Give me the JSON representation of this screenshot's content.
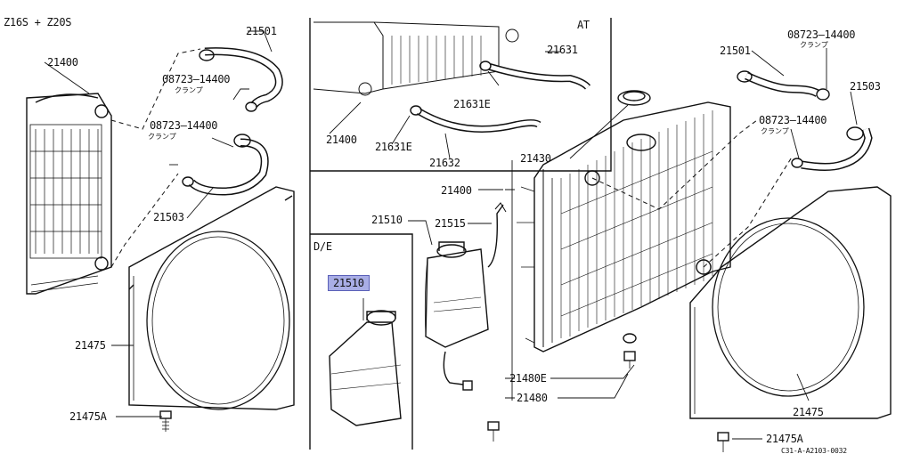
{
  "diagram": {
    "title": "Z16S + Z20S",
    "ref_code": "C31-A-A2103-0032",
    "highlight_color": "#a9aee6",
    "insets": {
      "at": "AT",
      "diesel": "D/E"
    },
    "parts": {
      "p21501_left": "21501",
      "p21501_right": "21501",
      "p21400_left": "21400",
      "p21400_inset": "21400",
      "p21400_right": "21400",
      "p08723_a": "08723—14400",
      "p08723_a_sub": "クランプ",
      "p08723_b": "08723—14400",
      "p08723_b_sub": "クランプ",
      "p08723_c": "08723—14400",
      "p08723_c_sub": "クランプ",
      "p08723_d": "08723—14400",
      "p08723_d_sub": "クランプ",
      "p21503_left": "21503",
      "p21503_right": "21503",
      "p21475_left": "21475",
      "p21475_right": "21475",
      "p21475A_left": "21475A",
      "p21475A_right": "21475A",
      "p21631": "21631",
      "p21631E_a": "21631E",
      "p21631E_b": "21631E",
      "p21632": "21632",
      "p21430": "21430",
      "p21510_center": "21510",
      "p21510_diesel": "21510",
      "p21515": "21515",
      "p21480E": "21480E",
      "p21480": "21480"
    }
  }
}
